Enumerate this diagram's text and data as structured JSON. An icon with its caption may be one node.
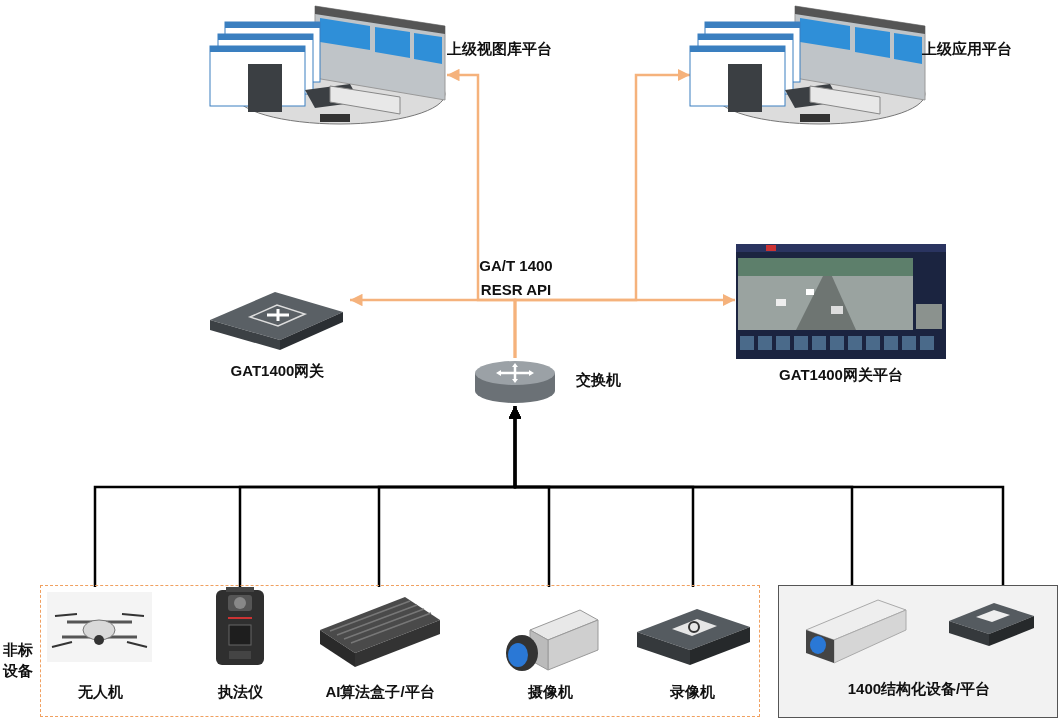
{
  "diagram": {
    "nodes": [
      {
        "text": [],
        "shape": "picture",
        "beside": [
          "上级视图库平台"
        ]
      },
      {
        "text": [],
        "shape": "picture",
        "beside": [
          "上级应用平台"
        ]
      },
      {
        "text": [
          "GAT1400网关"
        ]
      },
      {
        "text": [
          "GAT1400网关平台"
        ]
      },
      {
        "text": [
          "交换机"
        ]
      },
      {
        "text": [
          "非标设备"
        ]
      },
      {
        "text": [
          "无人机"
        ],
        "in": 5
      },
      {
        "text": [
          "执法仪"
        ],
        "in": 5
      },
      {
        "text": [
          "AI算法盒子/平台"
        ],
        "in": 5
      },
      {
        "text": [
          "摄像机"
        ],
        "in": 5
      },
      {
        "text": [
          "录像机"
        ],
        "in": 5
      },
      {
        "text": [
          "1400结构化设备/平台"
        ]
      },
      {
        "text": [],
        "shape": "picture",
        "in": 11
      },
      {
        "text": [],
        "shape": "picture",
        "in": 11
      }
    ],
    "edges": [
      {
        "from": 4,
        "to": 0,
        "arrow": "to",
        "color": "#f5b27c"
      },
      {
        "from": 4,
        "to": 1,
        "arrow": "to",
        "color": "#f5b27c"
      },
      {
        "from": 4,
        "to": 2,
        "arrow": "to",
        "color": "#f5b27c"
      },
      {
        "from": 4,
        "to": 3,
        "arrow": "to",
        "color": "#f5b27c"
      },
      {
        "from": 6,
        "to": 4,
        "arrow": "to"
      },
      {
        "from": 7,
        "to": 4,
        "arrow": "to"
      },
      {
        "from": 8,
        "to": 4,
        "arrow": "to"
      },
      {
        "from": 9,
        "to": 4,
        "arrow": "to"
      },
      {
        "from": 10,
        "to": 4,
        "arrow": "to"
      },
      {
        "from": 12,
        "to": 4,
        "arrow": "to"
      },
      {
        "from": 13,
        "to": 4,
        "arrow": "to"
      }
    ],
    "labels": [
      "GA/T 1400 RESR API"
    ]
  }
}
